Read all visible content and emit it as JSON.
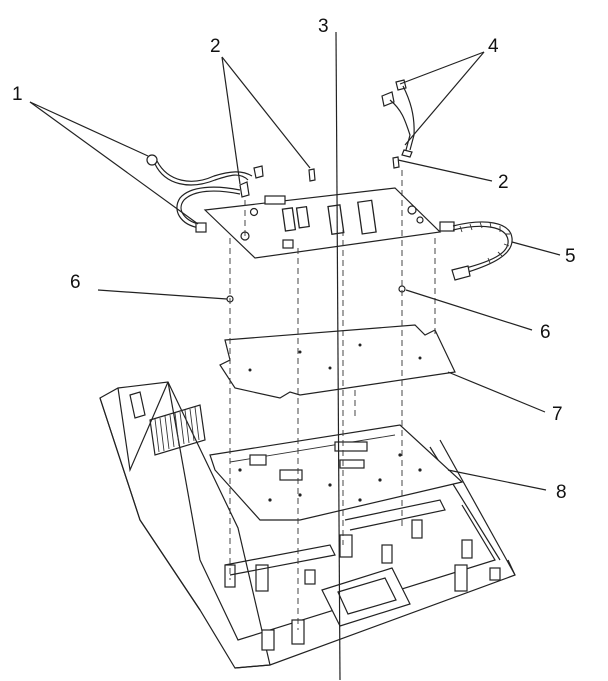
{
  "callouts": {
    "c1": "1",
    "c2a": "2",
    "c2b": "2",
    "c3": "3",
    "c4": "4",
    "c5": "5",
    "c6a": "6",
    "c6b": "6",
    "c7": "7",
    "c8": "8"
  },
  "icons": {
    "cable_1": "wire-harness-icon",
    "screw_2": "screw-icon",
    "board_3": "circuit-board-icon",
    "cable_4": "wire-harness-icon",
    "cable_5": "wire-harness-icon",
    "washer_6": "washer-icon",
    "shield_7": "shield-plate-icon",
    "board_8": "circuit-board-icon"
  },
  "colors": {
    "ink": "#222222",
    "paper": "#ffffff"
  }
}
